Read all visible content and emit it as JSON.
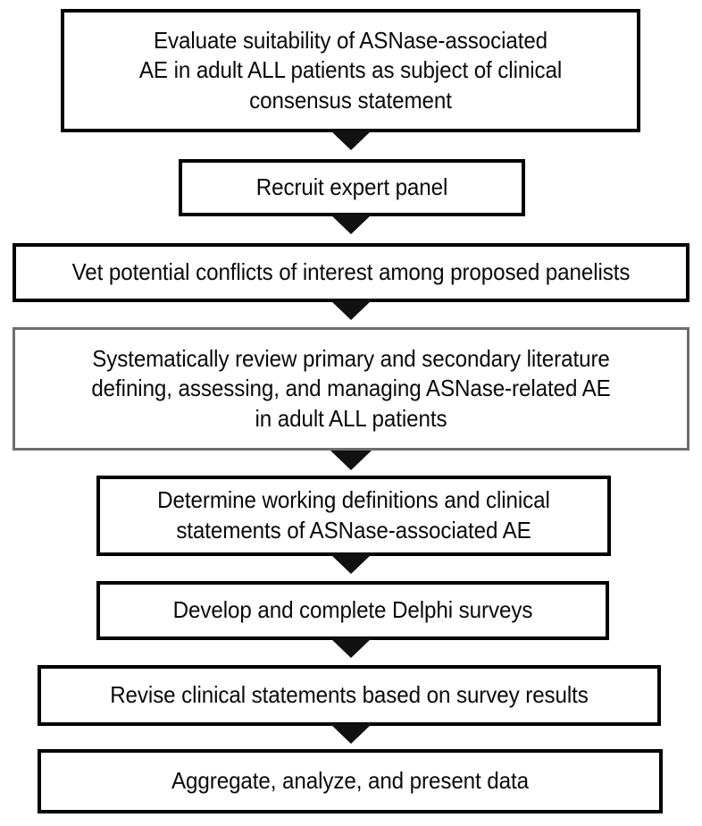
{
  "figure": {
    "type": "flowchart",
    "orientation": "top-to-bottom",
    "title": "",
    "background_color": "#ffffff",
    "default_border_color": "#000000",
    "highlight_border_color": "#6e6e6e",
    "text_color": "#0a0a0a",
    "connector": {
      "shape": "solid-down-triangle",
      "color": "#111111",
      "count": 7
    }
  },
  "nodes": [
    {
      "id": "step-1",
      "name": "evaluate-suitability",
      "text": "Evaluate suitability of ASNase-associated\nAE  in adult ALL patients as subject of clinical\nconsensus statement",
      "border_color": "#000000",
      "lines": 3
    },
    {
      "id": "step-2",
      "name": "recruit-expert-panel",
      "text": "Recruit expert panel",
      "border_color": "#000000",
      "lines": 1
    },
    {
      "id": "step-3",
      "name": "vet-conflicts-of-interest",
      "text": "Vet potential conflicts of interest among proposed panelists",
      "border_color": "#000000",
      "lines": 1
    },
    {
      "id": "step-4",
      "name": "systematic-literature-review",
      "text": "Systematically review primary and secondary literature\ndefining, assessing, and managing ASNase-related AE\nin adult ALL patients",
      "border_color": "#6e6e6e",
      "lines": 3
    },
    {
      "id": "step-5",
      "name": "determine-working-definitions",
      "text": "Determine working definitions and clinical\nstatements of ASNase-associated AE",
      "border_color": "#000000",
      "lines": 2
    },
    {
      "id": "step-6",
      "name": "develop-delphi-surveys",
      "text": "Develop and complete Delphi surveys",
      "border_color": "#000000",
      "lines": 1
    },
    {
      "id": "step-7",
      "name": "revise-clinical-statements",
      "text": "Revise clinical statements based on survey results",
      "border_color": "#000000",
      "lines": 1
    },
    {
      "id": "step-8",
      "name": "aggregate-analyze-present",
      "text": "Aggregate, analyze, and present data",
      "border_color": "#000000",
      "lines": 1
    }
  ],
  "edges": [
    {
      "from": "step-1",
      "to": "step-2",
      "label": ""
    },
    {
      "from": "step-2",
      "to": "step-3",
      "label": ""
    },
    {
      "from": "step-3",
      "to": "step-4",
      "label": ""
    },
    {
      "from": "step-4",
      "to": "step-5",
      "label": ""
    },
    {
      "from": "step-5",
      "to": "step-6",
      "label": ""
    },
    {
      "from": "step-6",
      "to": "step-7",
      "label": ""
    },
    {
      "from": "step-7",
      "to": "step-8",
      "label": ""
    }
  ]
}
